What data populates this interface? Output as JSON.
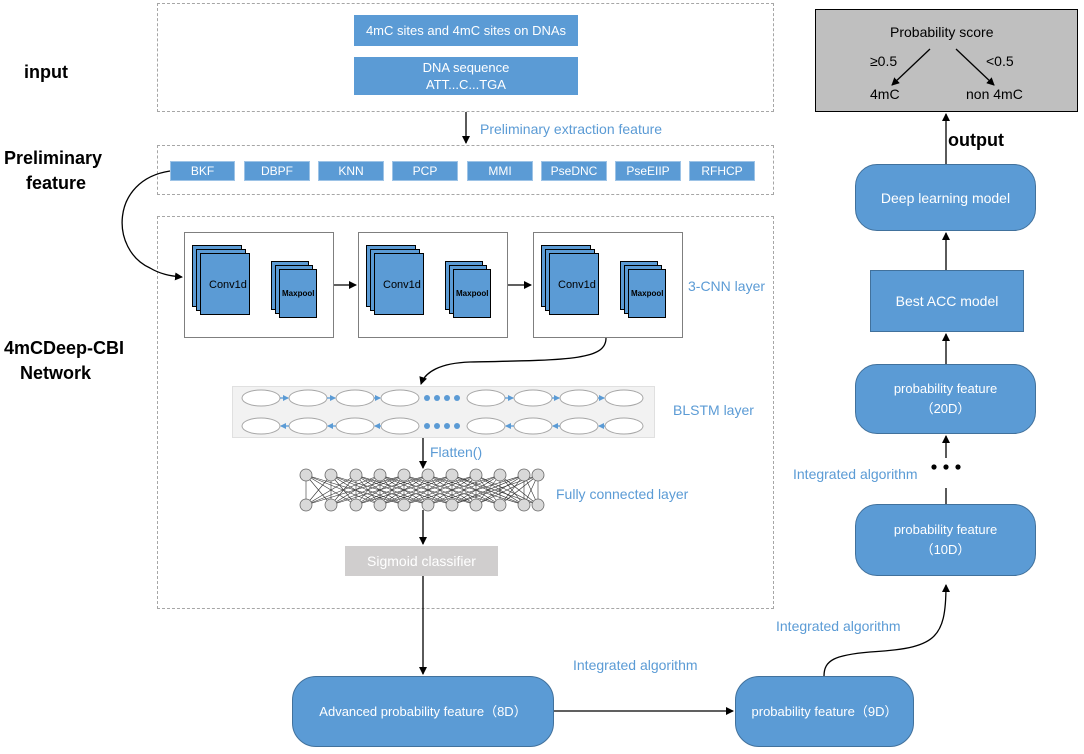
{
  "side_labels": {
    "input": "input",
    "preliminary_line1": "Preliminary",
    "preliminary_line2": "feature",
    "network_line1": "4mCDeep-CBI",
    "network_line2": "Network",
    "output": "output"
  },
  "input_panel": {
    "sites_label": "4mC sites and 4mC sites on DNAs",
    "dna_line1": "DNA sequence",
    "dna_line2": "ATT...C...TGA"
  },
  "extraction_label": "Preliminary extraction feature",
  "features": [
    "BKF",
    "DBPF",
    "KNN",
    "PCP",
    "MMI",
    "PseDNC",
    "PseEIIP",
    "RFHCP"
  ],
  "cnn": {
    "conv_label": "Conv1d",
    "pool_label": "Maxpool",
    "layer_label": "3-CNN layer"
  },
  "blstm_label": "BLSTM layer",
  "flatten_label": "Flatten()",
  "fc_label": "Fully connected layer",
  "sigmoid_label": "Sigmoid classifier",
  "advanced_feature": "Advanced  probability feature（8D）",
  "feature_9d": "probability feature（9D）",
  "integrated_bottom": "Integrated algorithm",
  "integrated_right_low": "Integrated algorithm",
  "integrated_right_mid": "Integrated algorithm",
  "feature_10d_line1": "probability feature",
  "feature_10d_line2": "（10D）",
  "feature_20d_line1": "probability feature",
  "feature_20d_line2": "（20D）",
  "best_acc": "Best ACC model",
  "deep_model": "Deep learning model",
  "probability": {
    "title": "Probability score",
    "ge": "≥0.5",
    "lt": "<0.5",
    "pos": "4mC",
    "neg": "non 4mC"
  },
  "colors": {
    "box_blue": "#5b9bd5",
    "label_blue": "#5b9bd5",
    "sigmoid_gray": "#d0cece",
    "score_gray": "#bfbfbf"
  }
}
